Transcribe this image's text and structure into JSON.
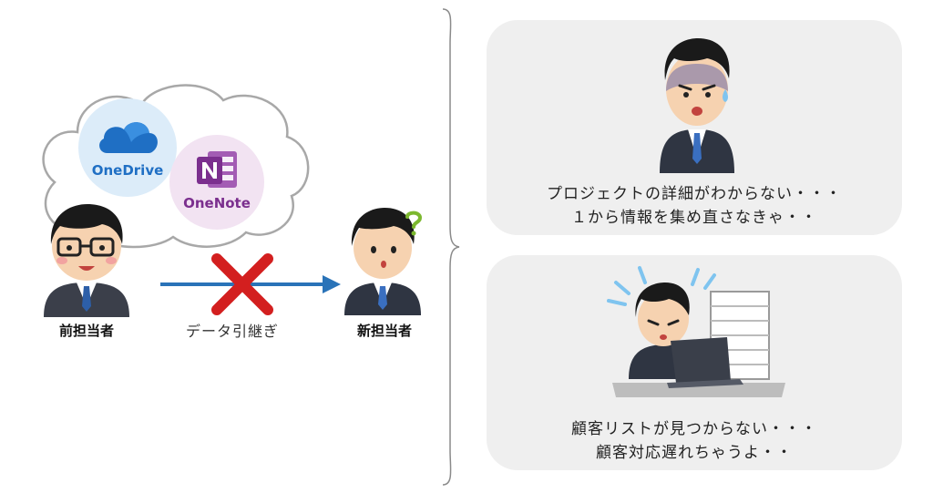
{
  "left": {
    "previous_person_label": "前担当者",
    "new_person_label": "新担当者",
    "handoff_label": "データ引継ぎ",
    "apps": [
      {
        "name": "OneDrive",
        "color": "#1f6fc4"
      },
      {
        "name": "OneNote",
        "color": "#7b2f8e"
      }
    ]
  },
  "right": {
    "panels": [
      {
        "lines": [
          "プロジェクトの詳細がわからない・・・",
          "１から情報を集め直さなきゃ・・"
        ]
      },
      {
        "lines": [
          "顧客リストが見つからない・・・",
          "顧客対応遅れちゃうよ・・"
        ]
      }
    ]
  },
  "colors": {
    "arrow": "#2a73b8",
    "cross": "#d31f1f",
    "panel_bg": "#efefef",
    "onedrive_circle": "#dcecf9",
    "onenote_circle": "#f2e3f2"
  }
}
